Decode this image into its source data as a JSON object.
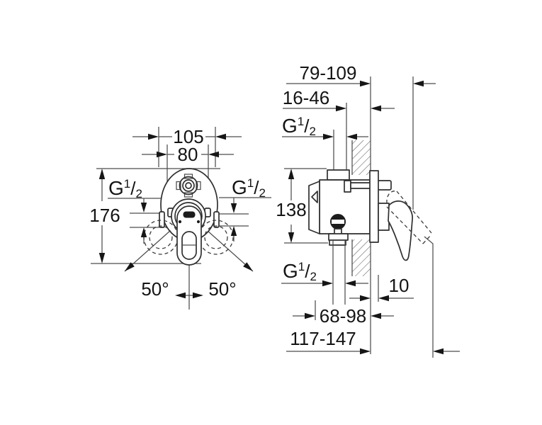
{
  "drawing": {
    "kind": "concealed single-lever bath/shower mixer dimension drawing",
    "colors": {
      "background": "#ffffff",
      "object_line": "#2f2f2f",
      "thin_line": "#4d4d4d",
      "text": "#141414",
      "filled_parts": "#1c1c1c"
    },
    "labels": {
      "front_view": {
        "overall_width": "105",
        "inner_width": "80",
        "overall_height": "176",
        "swivel_left": "50°",
        "swivel_right": "50°"
      },
      "side_view": {
        "wall_to_handle": "79-109",
        "recess_min_max": "16-46",
        "body_height": "138",
        "plate_thickness": "10",
        "recess_depth": "68-98",
        "wall_to_lever_tip": "117-147"
      },
      "thread": {
        "letter": "G",
        "numerator": "1",
        "fraction_slash": "/",
        "denominator": "2"
      }
    }
  }
}
